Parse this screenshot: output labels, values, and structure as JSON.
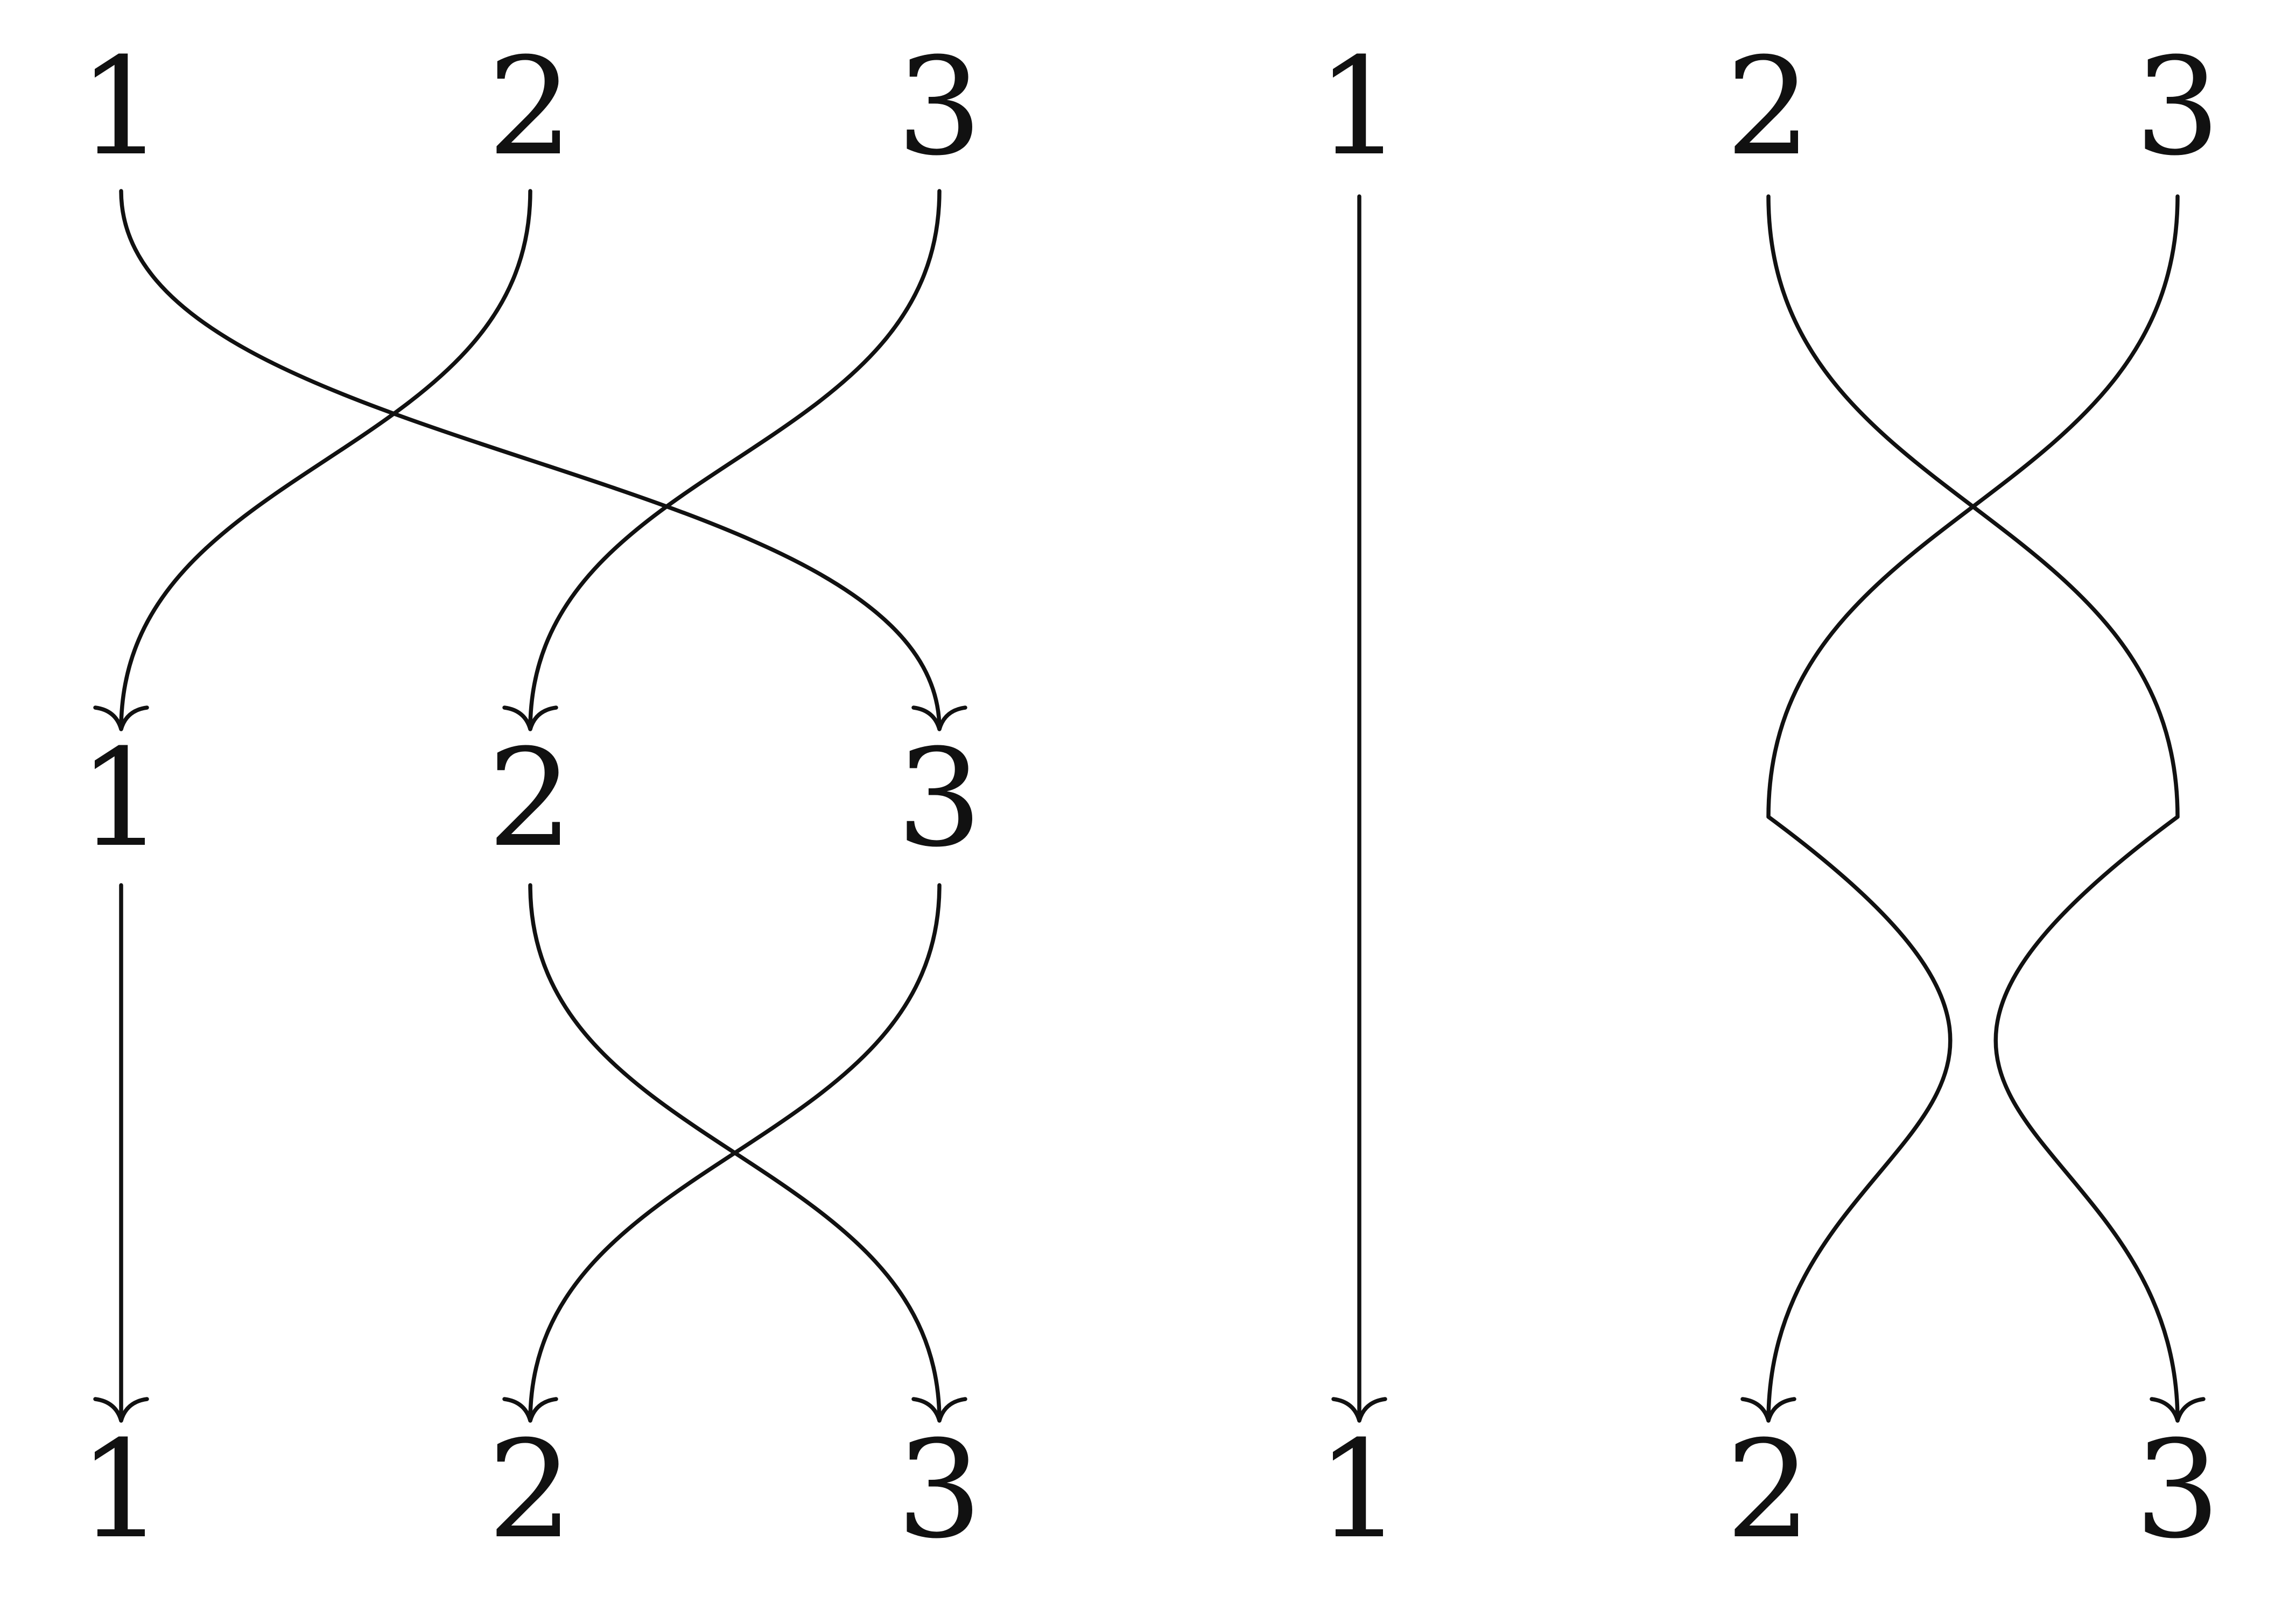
{
  "diagrams": [
    {
      "rows": [
        [
          "1",
          "2",
          "3"
        ],
        [
          "1",
          "2",
          "3"
        ],
        [
          "1",
          "2",
          "3"
        ]
      ],
      "stages": [
        [
          {
            "from": 0,
            "to": 2
          },
          {
            "from": 1,
            "to": 0
          },
          {
            "from": 2,
            "to": 1
          }
        ],
        [
          {
            "from": 0,
            "to": 0
          },
          {
            "from": 1,
            "to": 2
          },
          {
            "from": 2,
            "to": 1
          }
        ]
      ]
    },
    {
      "rows": [
        [
          "1",
          "2",
          "3"
        ],
        [
          "1",
          "2",
          "3"
        ]
      ],
      "strands": [
        {
          "from": 0,
          "to": 0,
          "via": [
            0,
            0
          ]
        },
        {
          "from": 1,
          "to": 2,
          "via": [
            2,
            1
          ]
        },
        {
          "from": 2,
          "to": 1,
          "via": [
            1,
            2
          ]
        }
      ]
    }
  ]
}
